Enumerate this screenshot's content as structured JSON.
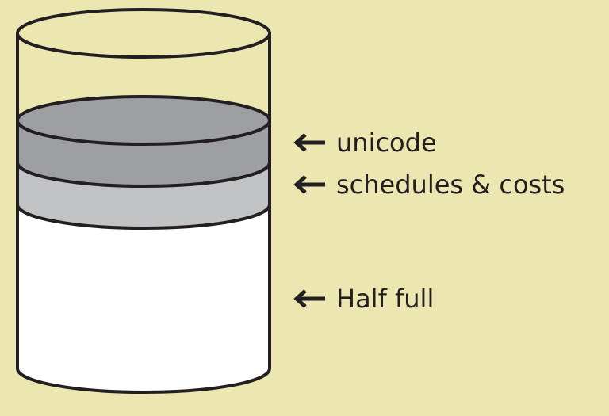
{
  "labels": [
    {
      "text": "unicode",
      "icon": "arrow-left-icon"
    },
    {
      "text": "schedules & costs",
      "icon": "arrow-left-icon"
    },
    {
      "text": "Half full",
      "icon": "arrow-left-icon"
    }
  ],
  "colors": {
    "background": "#ece7b1",
    "outline": "#231f20",
    "unicode_layer": "#9d9fa2",
    "schedules_layer": "#c2c3c5",
    "half_full_layer": "#ffffff"
  }
}
